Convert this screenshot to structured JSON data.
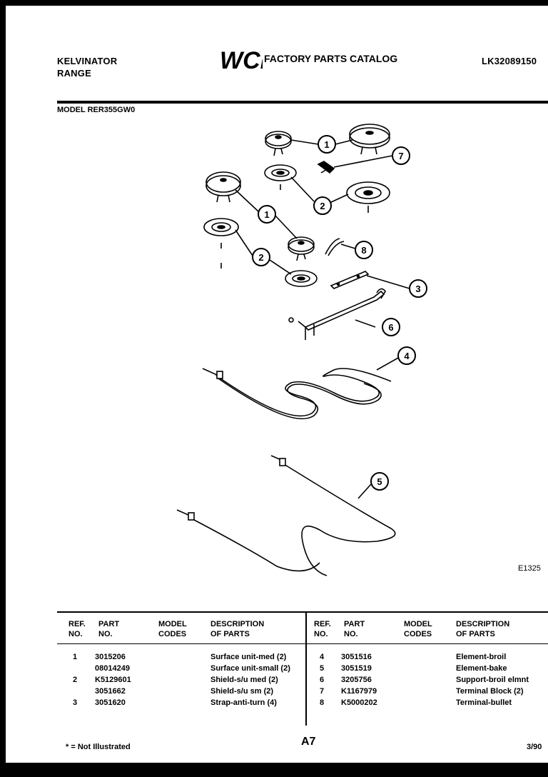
{
  "header": {
    "brand": "KELVINATOR",
    "product": "RANGE",
    "logo_text": "WCI",
    "catalog_title": "FACTORY PARTS CATALOG",
    "catalog_number": "LK32089150",
    "model_line": "MODEL RER355GW0"
  },
  "diagram": {
    "callouts": [
      "1",
      "7",
      "2",
      "1",
      "8",
      "2",
      "3",
      "6",
      "4",
      "5"
    ],
    "figure_code": "E1325"
  },
  "table": {
    "headers": {
      "ref_no": [
        "REF.",
        "NO."
      ],
      "part_no": [
        "PART",
        "NO."
      ],
      "model_codes": [
        "MODEL",
        "CODES"
      ],
      "description": [
        "DESCRIPTION",
        "OF PARTS"
      ]
    },
    "left_rows": [
      {
        "ref": "1",
        "part": "3015206",
        "codes": "",
        "desc": "Surface unit-med (2)"
      },
      {
        "ref": "",
        "part": "08014249",
        "codes": "",
        "desc": "Surface unit-small (2)"
      },
      {
        "ref": "2",
        "part": "K5129601",
        "codes": "",
        "desc": "Shield-s/u med (2)"
      },
      {
        "ref": "",
        "part": "3051662",
        "codes": "",
        "desc": "Shield-s/u sm (2)"
      },
      {
        "ref": "3",
        "part": "3051620",
        "codes": "",
        "desc": "Strap-anti-turn (4)"
      }
    ],
    "right_rows": [
      {
        "ref": "4",
        "part": "3051516",
        "codes": "",
        "desc": "Element-broil"
      },
      {
        "ref": "5",
        "part": "3051519",
        "codes": "",
        "desc": "Element-bake"
      },
      {
        "ref": "6",
        "part": "3205756",
        "codes": "",
        "desc": "Support-broil elmnt"
      },
      {
        "ref": "7",
        "part": "K1167979",
        "codes": "",
        "desc": "Terminal Block (2)"
      },
      {
        "ref": "8",
        "part": "K5000202",
        "codes": "",
        "desc": "Terminal-bullet"
      }
    ]
  },
  "footer": {
    "note": "* = Not Illustrated",
    "page": "A7",
    "date": "3/90"
  }
}
